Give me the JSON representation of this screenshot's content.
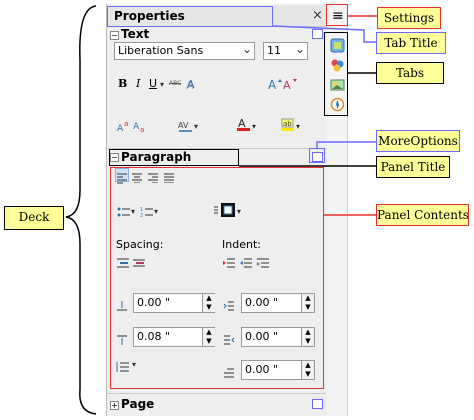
{
  "deck": {
    "title": "Properties",
    "close_glyph": "×",
    "settings_glyph": "≡"
  },
  "text_panel": {
    "title": "Text",
    "font_name": "Liberation Sans",
    "font_size": "11",
    "dropdown_glyph": "⌄",
    "u_label": "U",
    "abc_label": "ABC"
  },
  "paragraph_panel": {
    "title": "Paragraph",
    "spacing_label": "Spacing:",
    "indent_label": "Indent:",
    "spacing_above": "0.00 \"",
    "spacing_below": "0.08 \"",
    "indent_before": "0.00 \"",
    "indent_after": "0.00 \"",
    "indent_first": "0.00 \""
  },
  "page_panel": {
    "title": "Page"
  },
  "callouts": {
    "settings": "Settings",
    "tab_title": "Tab Title",
    "tabs": "Tabs",
    "more_options": "MoreOptions",
    "panel_title": "Panel Title",
    "panel_contents": "Panel Contents",
    "deck": "Deck"
  },
  "colors": {
    "callout_fill": "#ffff99",
    "red_outline": "#e8312f",
    "blue_outline": "#6a6aff",
    "black_outline": "#000000"
  }
}
